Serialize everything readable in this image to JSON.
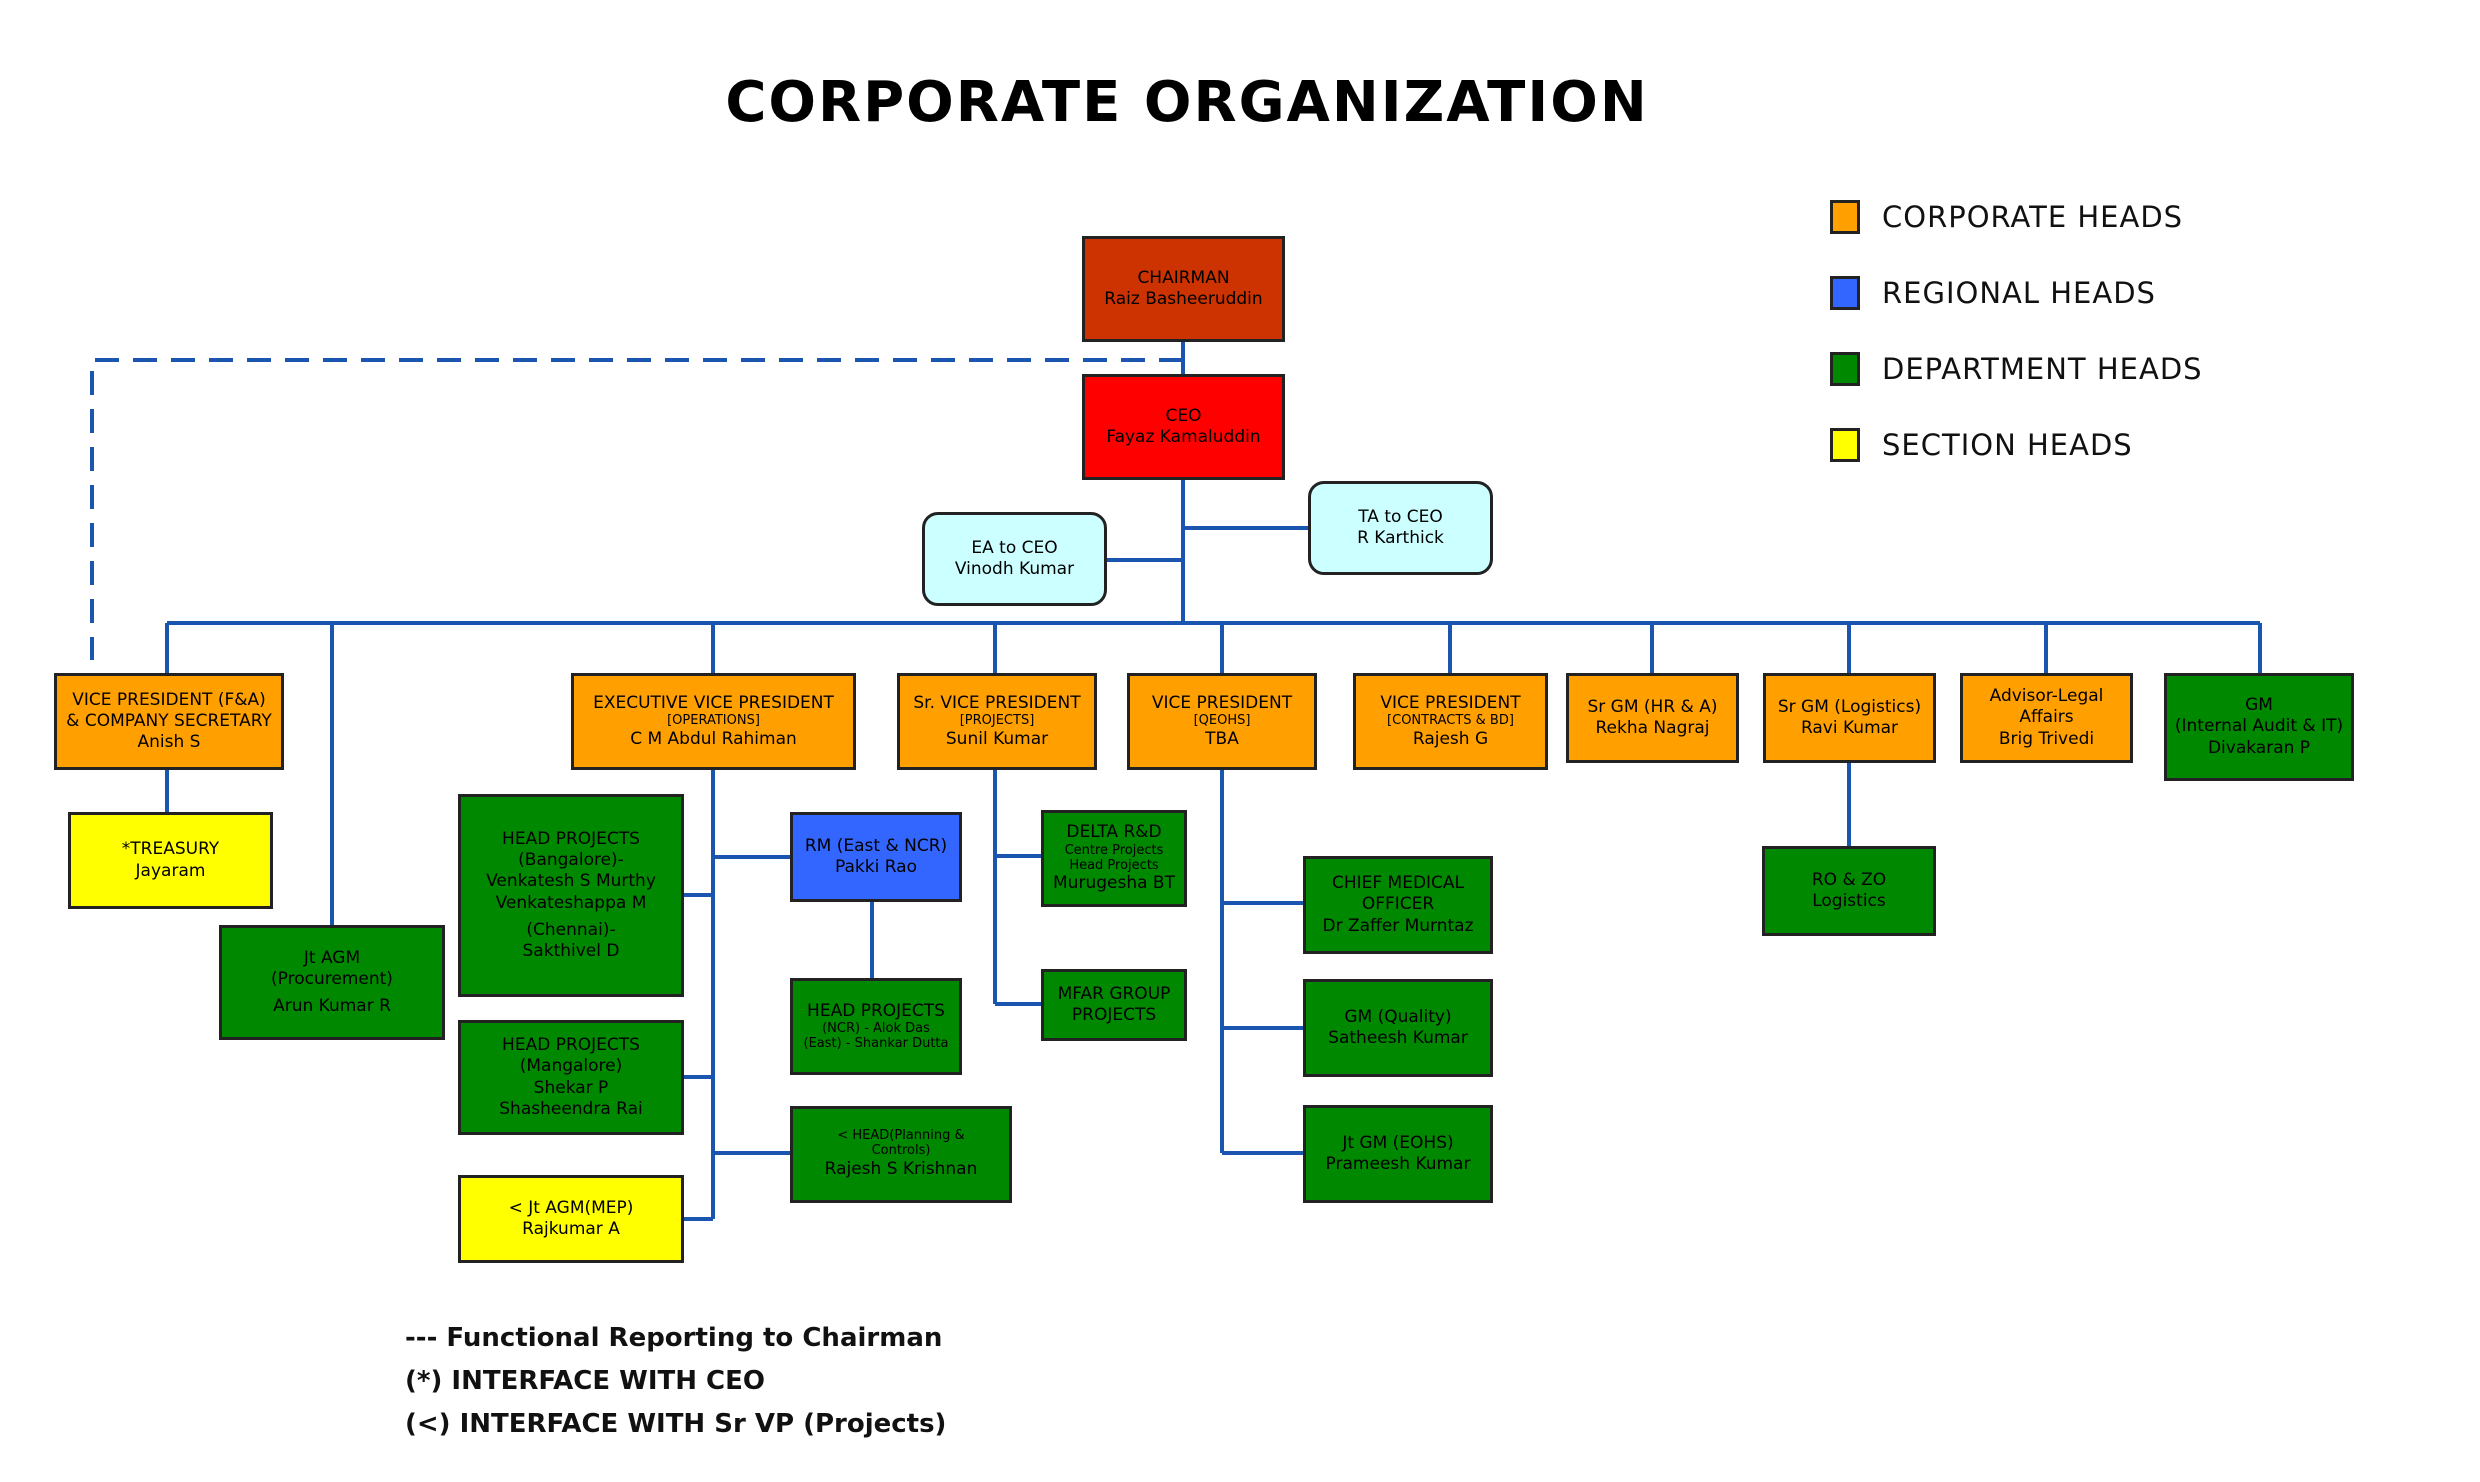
{
  "title": "CORPORATE ORGANIZATION",
  "colors": {
    "corporate": "#ffa000",
    "regional": "#3366ff",
    "department": "#008800",
    "section": "#ffff00",
    "chairman": "#cc3300",
    "ceo": "#ff0000",
    "assistant": "#ccffff",
    "connector": "#1a55b0",
    "dashed": "#1a55b0"
  },
  "legend": [
    {
      "label": "CORPORATE HEADS",
      "color": "#ffa000"
    },
    {
      "label": "REGIONAL HEADS",
      "color": "#3366ff"
    },
    {
      "label": "DEPARTMENT HEADS",
      "color": "#008800"
    },
    {
      "label": "SECTION HEADS",
      "color": "#ffff00"
    }
  ],
  "notes": [
    "--- Functional Reporting to Chairman",
    "(*) INTERFACE WITH CEO",
    "(<) INTERFACE WITH Sr VP (Projects)"
  ],
  "nodes": {
    "chairman": [
      "CHAIRMAN",
      "Raiz Basheeruddin"
    ],
    "ceo": [
      "CEO",
      "Fayaz Kamaluddin"
    ],
    "ea_ceo": [
      "EA to CEO",
      "Vinodh Kumar"
    ],
    "ta_ceo": [
      "TA to CEO",
      "R Karthick"
    ],
    "vp_fa": [
      "VICE PRESIDENT (F&A)",
      "& COMPANY SECRETARY",
      "Anish S"
    ],
    "evp": [
      "EXECUTIVE VICE PRESIDENT",
      "[OPERATIONS]",
      "C M Abdul Rahiman"
    ],
    "srvp": [
      "Sr. VICE PRESIDENT",
      "[PROJECTS]",
      "Sunil Kumar"
    ],
    "vp_qeohs": [
      "VICE PRESIDENT",
      "[QEOHS]",
      "TBA"
    ],
    "vp_contracts": [
      "VICE PRESIDENT",
      "[CONTRACTS & BD]",
      "Rajesh G"
    ],
    "srgm_hr": [
      "Sr GM (HR & A)",
      "Rekha Nagraj"
    ],
    "srgm_log": [
      "Sr GM (Logistics)",
      "Ravi Kumar"
    ],
    "advisor": [
      "Advisor-Legal",
      "Affairs",
      "Brig Trivedi"
    ],
    "gm_audit": [
      "GM",
      "(Internal Audit & IT)",
      "Divakaran P"
    ],
    "treasury": [
      "*TREASURY",
      "Jayaram"
    ],
    "jtagm_proc": [
      "Jt AGM",
      "(Procurement)",
      "Arun Kumar R"
    ],
    "head_blr": [
      "HEAD PROJECTS",
      "(Bangalore)-",
      "Venkatesh S Murthy",
      "Venkateshappa M",
      "(Chennai)-",
      "Sakthivel D"
    ],
    "head_mlr": [
      "HEAD PROJECTS",
      "(Mangalore)",
      "Shekar P",
      "Shasheendra Rai"
    ],
    "jtagm_mep": [
      "< Jt AGM(MEP)",
      "Rajkumar A"
    ],
    "rm_east": [
      "RM (East & NCR)",
      "Pakki Rao"
    ],
    "head_ncr": [
      "HEAD PROJECTS",
      "(NCR) - Alok Das",
      "(East) - Shankar Dutta"
    ],
    "head_plan": [
      "< HEAD(Planning &",
      "Controls)",
      "Rajesh S Krishnan"
    ],
    "delta": [
      "DELTA R&D",
      "Centre Projects",
      "Head Projects",
      "Murugesha BT"
    ],
    "mfar": [
      "MFAR GROUP",
      "PROJECTS"
    ],
    "cmo": [
      "CHIEF MEDICAL",
      "OFFICER",
      "Dr Zaffer Murntaz"
    ],
    "gm_quality": [
      "GM (Quality)",
      "Satheesh Kumar"
    ],
    "jtgm_eohs": [
      "Jt GM (EOHS)",
      "Prameesh Kumar"
    ],
    "ro_zo": [
      "RO & ZO",
      "Logistics"
    ]
  }
}
